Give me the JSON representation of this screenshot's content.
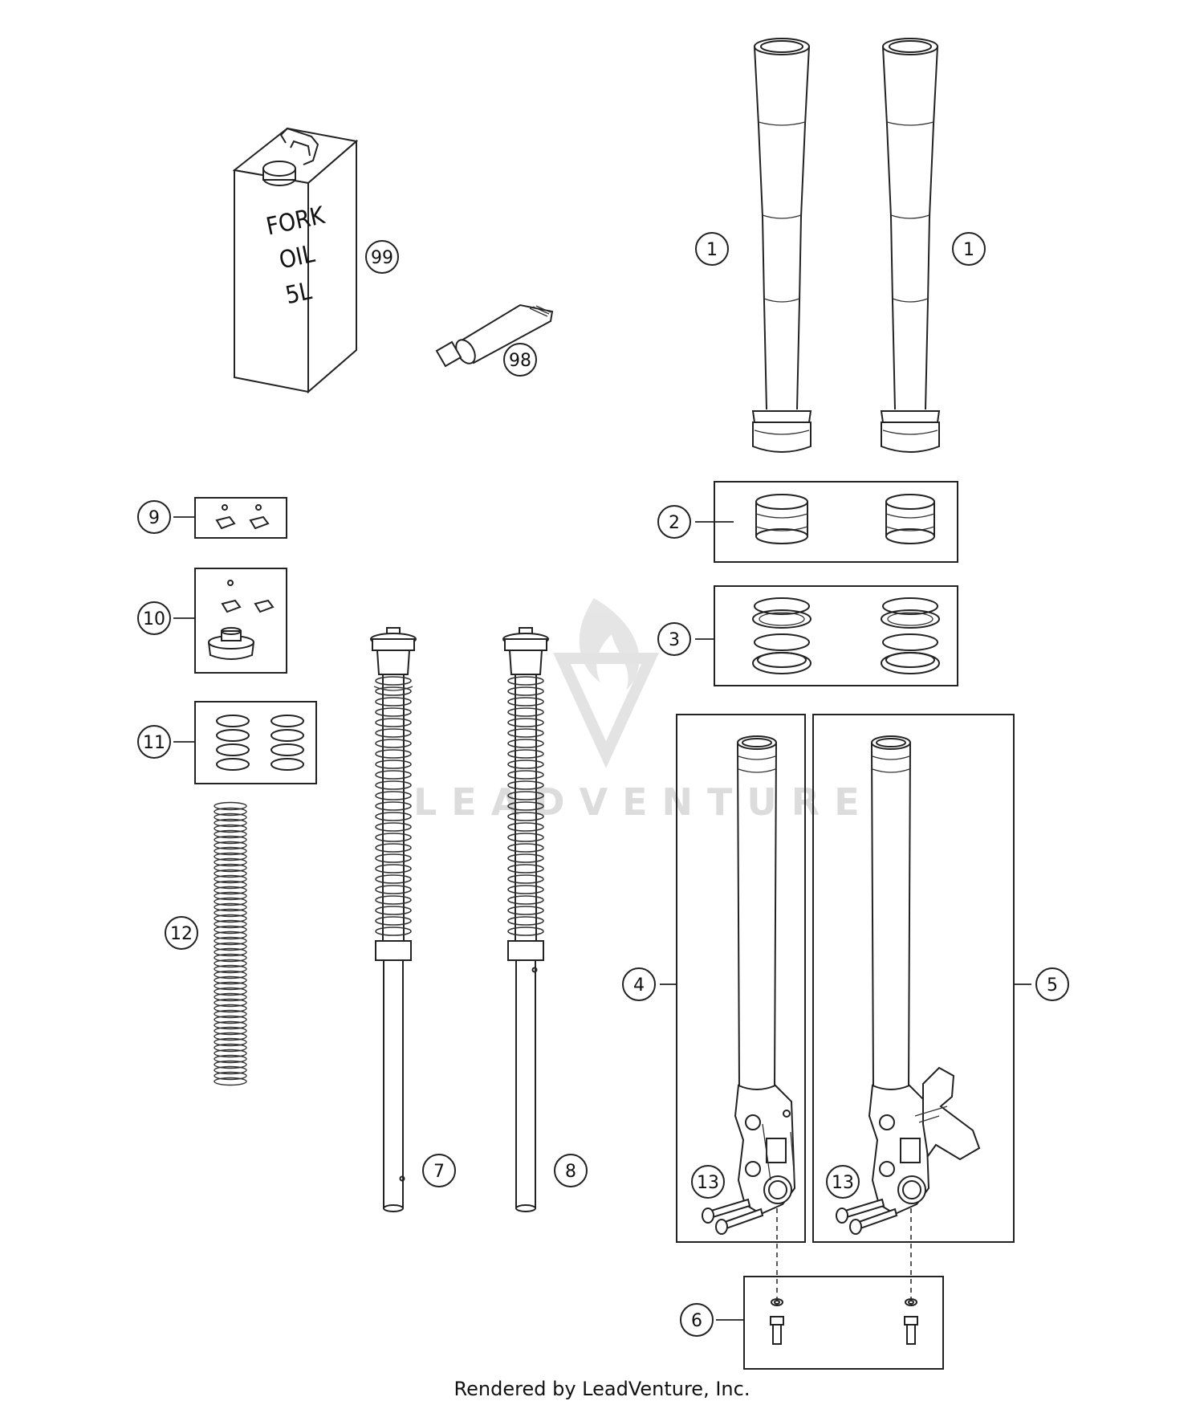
{
  "callouts": {
    "c1a": "1",
    "c1b": "1",
    "c2": "2",
    "c3": "3",
    "c4": "4",
    "c5": "5",
    "c6": "6",
    "c7": "7",
    "c8": "8",
    "c9": "9",
    "c10": "10",
    "c11": "11",
    "c12": "12",
    "c13a": "13",
    "c13b": "13",
    "c98": "98",
    "c99": "99"
  },
  "can_label": [
    "FORK",
    "OIL",
    "5L"
  ],
  "watermark": "LEADVENTURE",
  "footer": "Rendered by LeadVenture, Inc."
}
